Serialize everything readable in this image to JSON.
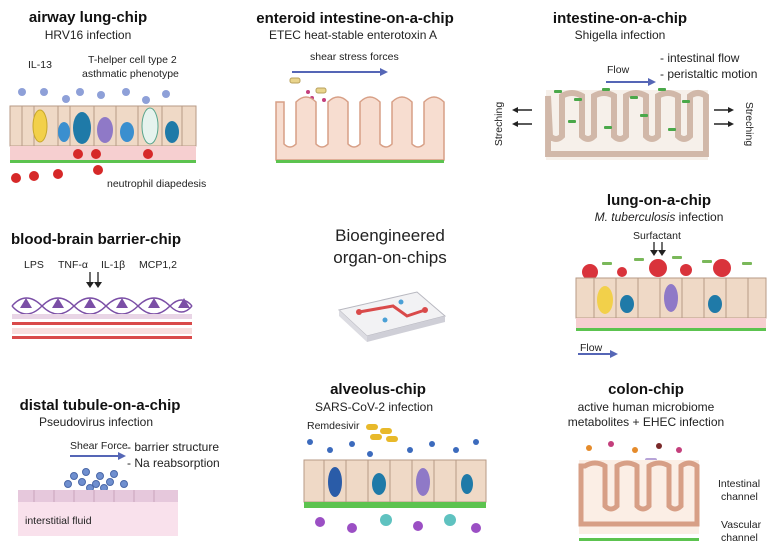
{
  "center": {
    "line1": "Bioengineered",
    "line2": "organ-on-chips"
  },
  "panels": {
    "airway": {
      "title": "airway lung-chip",
      "subtitle": "HRV16 infection",
      "label_il13": "IL-13",
      "label_th2_1": "T-helper cell type 2",
      "label_th2_2": "asthmatic phenotype",
      "label_neutro": "neutrophil diapedesis"
    },
    "enteroid": {
      "title": "enteroid intestine-on-a-chip",
      "subtitle": "ETEC heat-stable enterotoxin A",
      "label_shear": "shear stress forces"
    },
    "intestine": {
      "title": "intestine-on-a-chip",
      "subtitle": "Shigella infection",
      "label_flow": "Flow",
      "label_item1": "- intestinal flow",
      "label_item2": "- peristaltic motion",
      "label_stretch_left": "Streching",
      "label_stretch_right": "Streching"
    },
    "bbb": {
      "title": "blood-brain barrier-chip",
      "labels": [
        "LPS",
        "TNF-α",
        "IL-1β",
        "MCP1,2"
      ]
    },
    "lung": {
      "title": "lung-on-a-chip",
      "subtitle_italic": "M. tuberculosis",
      "subtitle_rest": " infection",
      "label_surfactant": "Surfactant",
      "label_flow": "Flow"
    },
    "distal": {
      "title": "distal tubule-on-a-chip",
      "subtitle": "Pseudovirus  infection",
      "label_shear": "Shear Force",
      "label_item1": "- barrier structure",
      "label_item2": "- Na reabsorption",
      "label_interstitial": "interstitial fluid"
    },
    "alveolus": {
      "title": "alveolus-chip",
      "subtitle": "SARS-CoV-2  infection",
      "label_drug": "Remdesivir"
    },
    "colon": {
      "title": "colon-chip",
      "subtitle1": "active human microbiome",
      "subtitle2": "metabolites + EHEC infection",
      "label_int1": "Intestinal",
      "label_int2": "channel",
      "label_vas1": "Vascular",
      "label_vas2": "channel"
    }
  },
  "colors": {
    "epithelium": "#efd9c6",
    "cell_outline": "#b79a86",
    "membrane": "#f6cfd0",
    "green_bar": "#5cc34f",
    "arrow_blue": "#5566b6",
    "cytokine": "#8ea0d8",
    "neutrophil": "#d62828",
    "neuron": "#7b4fa6",
    "virus": "#3c6bbd",
    "bacteria_green": "#4aa84a",
    "drug_yellow": "#e8b92a"
  }
}
